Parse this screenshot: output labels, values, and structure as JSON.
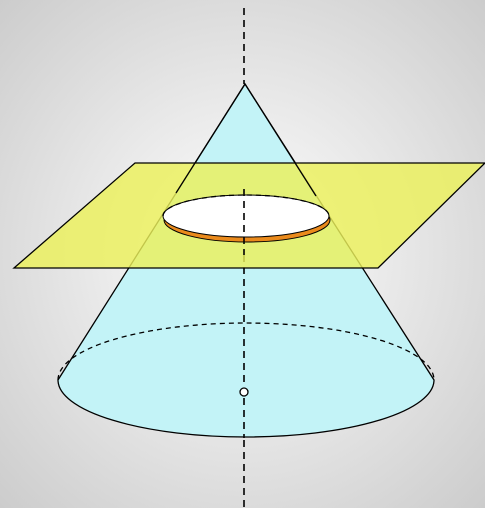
{
  "diagram": {
    "background": {
      "gradient_edge_color": "#c9c9c9",
      "gradient_center_color": "#ffffff"
    },
    "cone": {
      "fill_color": "#c3f3f7",
      "stroke_color": "#000000"
    },
    "plane": {
      "fill_color": "#ebf05a",
      "opacity": 0.82,
      "stroke_color": "#000000"
    },
    "section": {
      "fill_color": "#ffffff",
      "rim_color": "#ea8a1c"
    },
    "axis": {
      "style": "dashed",
      "color": "#000000"
    },
    "base_center_marker": {
      "shape": "hollow-circle"
    }
  }
}
